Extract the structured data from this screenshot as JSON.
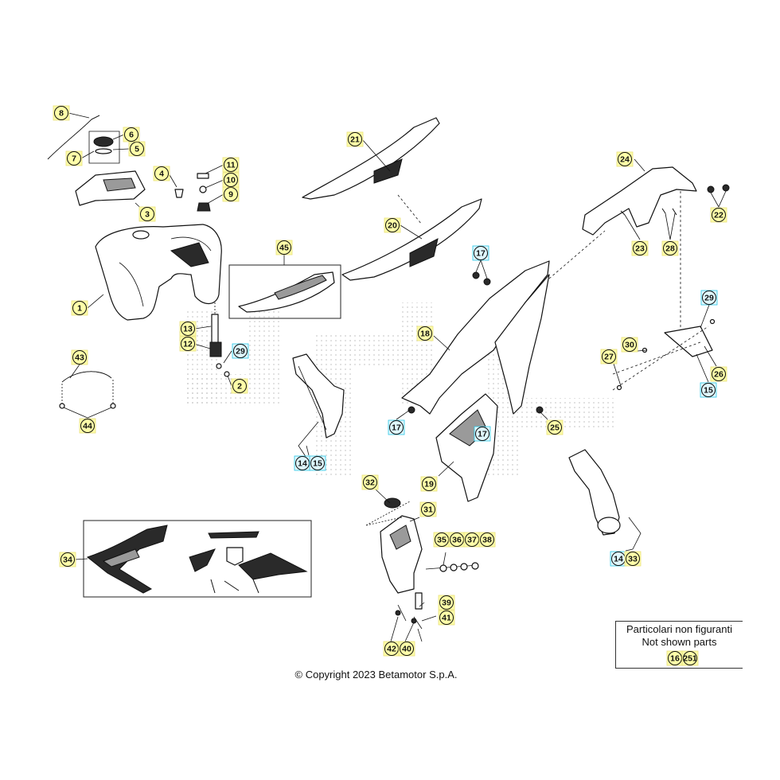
{
  "callouts": [
    {
      "label": "1",
      "kind": "yellow"
    },
    {
      "label": "2",
      "kind": "yellow"
    },
    {
      "label": "3",
      "kind": "yellow"
    },
    {
      "label": "4",
      "kind": "yellow"
    },
    {
      "label": "5",
      "kind": "yellow"
    },
    {
      "label": "6",
      "kind": "yellow"
    },
    {
      "label": "7",
      "kind": "yellow"
    },
    {
      "label": "8",
      "kind": "yellow"
    },
    {
      "label": "9",
      "kind": "yellow"
    },
    {
      "label": "10",
      "kind": "yellow"
    },
    {
      "label": "11",
      "kind": "yellow"
    },
    {
      "label": "12",
      "kind": "yellow"
    },
    {
      "label": "13",
      "kind": "yellow"
    },
    {
      "label": "29",
      "kind": "cyan"
    },
    {
      "label": "43",
      "kind": "yellow"
    },
    {
      "label": "44",
      "kind": "yellow"
    },
    {
      "label": "45",
      "kind": "yellow"
    },
    {
      "label": "21",
      "kind": "yellow"
    },
    {
      "label": "20",
      "kind": "yellow"
    },
    {
      "label": "14",
      "kind": "cyan"
    },
    {
      "label": "15",
      "kind": "cyan"
    },
    {
      "label": "17",
      "kind": "cyan"
    },
    {
      "label": "18",
      "kind": "yellow"
    },
    {
      "label": "17",
      "kind": "cyan"
    },
    {
      "label": "17",
      "kind": "cyan"
    },
    {
      "label": "19",
      "kind": "yellow"
    },
    {
      "label": "25",
      "kind": "yellow"
    },
    {
      "label": "24",
      "kind": "yellow"
    },
    {
      "label": "22",
      "kind": "yellow"
    },
    {
      "label": "23",
      "kind": "yellow"
    },
    {
      "label": "28",
      "kind": "yellow"
    },
    {
      "label": "29",
      "kind": "cyan"
    },
    {
      "label": "30",
      "kind": "yellow"
    },
    {
      "label": "27",
      "kind": "yellow"
    },
    {
      "label": "26",
      "kind": "yellow"
    },
    {
      "label": "15",
      "kind": "cyan"
    },
    {
      "label": "14",
      "kind": "cyan"
    },
    {
      "label": "33",
      "kind": "yellow"
    },
    {
      "label": "32",
      "kind": "yellow"
    },
    {
      "label": "31",
      "kind": "yellow"
    },
    {
      "label": "34",
      "kind": "yellow"
    },
    {
      "label": "35",
      "kind": "yellow"
    },
    {
      "label": "36",
      "kind": "yellow"
    },
    {
      "label": "37",
      "kind": "yellow"
    },
    {
      "label": "38",
      "kind": "yellow"
    },
    {
      "label": "39",
      "kind": "yellow"
    },
    {
      "label": "41",
      "kind": "yellow"
    },
    {
      "label": "42",
      "kind": "yellow"
    },
    {
      "label": "40",
      "kind": "yellow"
    }
  ],
  "note": {
    "line1": "Particolari non figuranti",
    "line2": "Not shown parts",
    "parts": [
      "16",
      "251"
    ]
  },
  "copyright": "© Copyright 2023 Betamotor S.p.A.",
  "colors": {
    "yellow_callout": "#ffffa8",
    "cyan_callout": "#dff8ff",
    "cyan_ring": "#29c6e6",
    "ink": "#111111"
  }
}
